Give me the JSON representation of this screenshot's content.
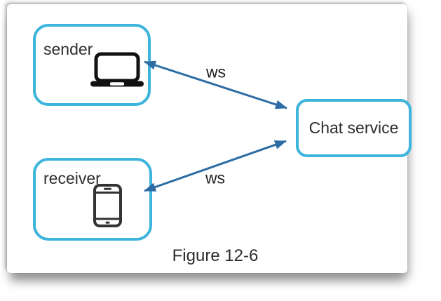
{
  "figure": {
    "caption": "Figure 12-6"
  },
  "diagram": {
    "accent_border_color": "#3cb4dc",
    "arrow_color": "#2e6da4",
    "text_color": "#2d2d2d",
    "nodes": [
      {
        "id": "sender",
        "label": "sender",
        "icon": "laptop-icon"
      },
      {
        "id": "receiver",
        "label": "receiver",
        "icon": "smartphone-icon"
      },
      {
        "id": "chat_service",
        "label": "Chat service",
        "icon": null
      }
    ],
    "edges": [
      {
        "from": "sender",
        "to": "chat_service",
        "label": "ws",
        "bidirectional": true
      },
      {
        "from": "receiver",
        "to": "chat_service",
        "label": "ws",
        "bidirectional": true
      }
    ]
  }
}
